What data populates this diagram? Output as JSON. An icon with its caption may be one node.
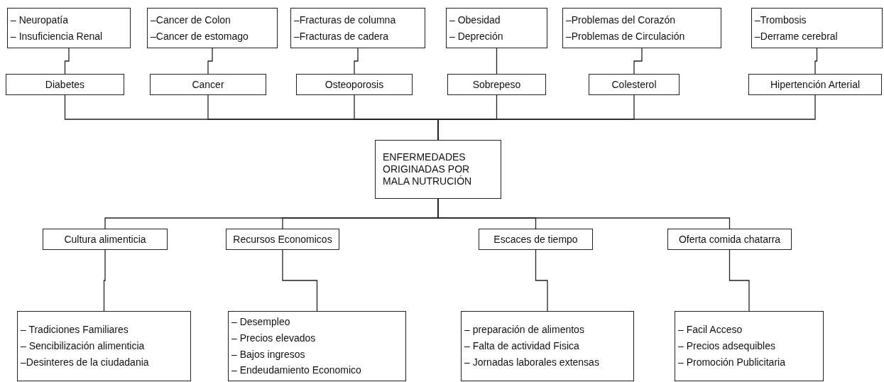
{
  "diagram": {
    "nodes": [
      {
        "text": [
          "– Neuropatía",
          "– Insuficiencia Renal"
        ]
      },
      {
        "text": [
          "–Cancer de Colon",
          "–Cancer de estomago"
        ]
      },
      {
        "text": [
          "–Fracturas de columna",
          "–Fracturas de cadera"
        ]
      },
      {
        "text": [
          "– Obesidad",
          "– Depreción"
        ]
      },
      {
        "text": [
          "–Problemas del Corazón",
          "–Problemas de Circulación"
        ]
      },
      {
        "text": [
          "–Trombosis",
          "–Derrame cerebral"
        ]
      },
      {
        "text": [
          "Diabetes"
        ]
      },
      {
        "text": [
          "Cancer"
        ]
      },
      {
        "text": [
          "Osteoporosis"
        ]
      },
      {
        "text": [
          "Sobrepeso"
        ]
      },
      {
        "text": [
          "Colesterol"
        ]
      },
      {
        "text": [
          "Hipertención Arterial"
        ]
      },
      {
        "text": [
          "ENFERMEDADES ORIGINADAS POR MALA NUTRUCIÓN"
        ]
      },
      {
        "text": [
          "Cultura alimenticia"
        ]
      },
      {
        "text": [
          "Recursos Economicos"
        ]
      },
      {
        "text": [
          "Escaces de tiempo"
        ]
      },
      {
        "text": [
          "Oferta comida chatarra"
        ]
      },
      {
        "text": [
          "– Tradiciones Familiares",
          "– Sencibilización alimenticia",
          "–Desinteres de la ciudadania"
        ]
      },
      {
        "text": [
          "– Desempleo",
          "– Precios elevados",
          "– Bajos ingresos",
          "– Endeudamiento Economico"
        ]
      },
      {
        "text": [
          "– preparación de alimentos",
          "– Falta de actividad Fisica",
          "– Jornadas laborales extensas"
        ]
      },
      {
        "text": [
          "– Facil Acceso",
          "– Precios adsequibles",
          "– Promoción Publicitaria"
        ]
      }
    ],
    "edges": [
      {
        "from": 12,
        "to": 6,
        "arrow": "none"
      },
      {
        "from": 12,
        "to": 7,
        "arrow": "none"
      },
      {
        "from": 12,
        "to": 8,
        "arrow": "none"
      },
      {
        "from": 12,
        "to": 9,
        "arrow": "none"
      },
      {
        "from": 12,
        "to": 10,
        "arrow": "none"
      },
      {
        "from": 12,
        "to": 11,
        "arrow": "none"
      },
      {
        "from": 6,
        "to": 0,
        "arrow": "none"
      },
      {
        "from": 7,
        "to": 1,
        "arrow": "none"
      },
      {
        "from": 8,
        "to": 2,
        "arrow": "none"
      },
      {
        "from": 9,
        "to": 3,
        "arrow": "none"
      },
      {
        "from": 10,
        "to": 4,
        "arrow": "none"
      },
      {
        "from": 11,
        "to": 5,
        "arrow": "none"
      },
      {
        "from": 12,
        "to": 13,
        "arrow": "none"
      },
      {
        "from": 12,
        "to": 14,
        "arrow": "none"
      },
      {
        "from": 12,
        "to": 15,
        "arrow": "none"
      },
      {
        "from": 12,
        "to": 16,
        "arrow": "none"
      },
      {
        "from": 13,
        "to": 17,
        "arrow": "none"
      },
      {
        "from": 14,
        "to": 18,
        "arrow": "none"
      },
      {
        "from": 15,
        "to": 19,
        "arrow": "none"
      },
      {
        "from": 16,
        "to": 20,
        "arrow": "none"
      }
    ]
  }
}
